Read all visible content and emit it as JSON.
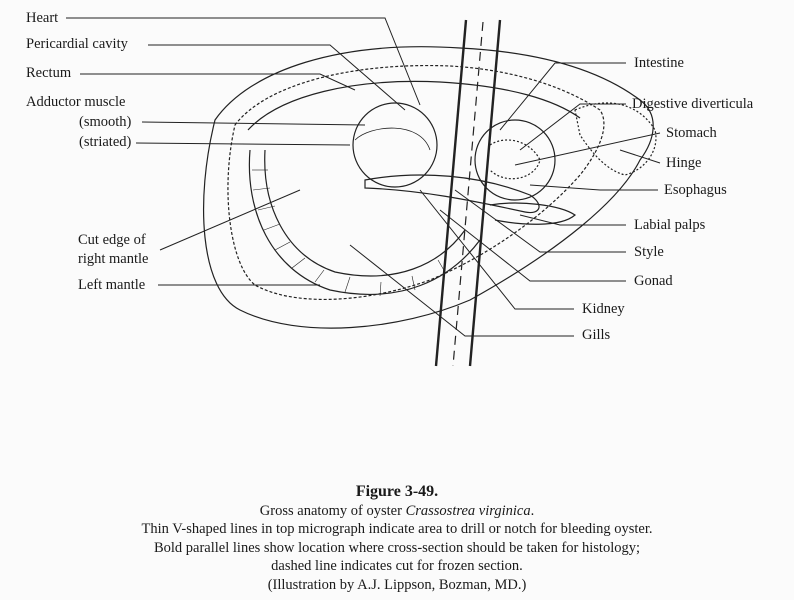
{
  "labels_left": {
    "heart": "Heart",
    "pericardial_cavity": "Pericardial cavity",
    "rectum": "Rectum",
    "adductor_muscle": "Adductor muscle",
    "smooth": "(smooth)",
    "striated": "(striated)",
    "cut_edge_1": "Cut edge of",
    "cut_edge_2": "right mantle",
    "left_mantle": "Left mantle"
  },
  "labels_right": {
    "intestine": "Intestine",
    "digestive_diverticula": "Digestive diverticula",
    "stomach": "Stomach",
    "hinge": "Hinge",
    "esophagus": "Esophagus",
    "labial_palps": "Labial palps",
    "style": "Style",
    "gonad": "Gonad",
    "kidney": "Kidney",
    "gills": "Gills"
  },
  "caption": {
    "title": "Figure 3-49.",
    "line1_prefix": "Gross anatomy of oyster ",
    "line1_species": "Crassostrea virginica",
    "line1_suffix": ".",
    "line2": "Thin V-shaped lines in top micrograph indicate area to drill or notch for bleeding oyster.",
    "line3": "Bold parallel lines show location where cross-section should be taken for histology;",
    "line4": "dashed line indicates cut for frozen section.",
    "line5": "(Illustration by A.J. Lippson, Bozman, MD.)"
  }
}
